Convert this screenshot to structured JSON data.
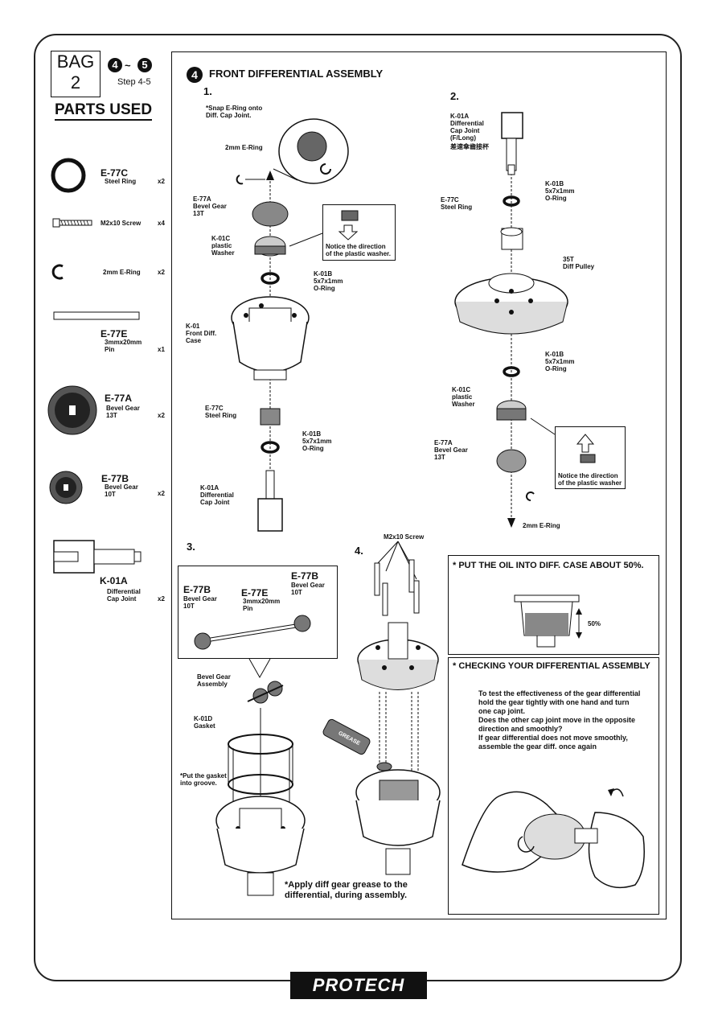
{
  "bag": {
    "label": "BAG",
    "number": "2"
  },
  "steps_badge": {
    "from": "4",
    "tilde": "~",
    "to": "5",
    "caption": "Step 4-5"
  },
  "parts_used_title": "PARTS USED",
  "parts": [
    {
      "code": "E-77C",
      "name": "Steel Ring",
      "qty": "x2"
    },
    {
      "code": "",
      "name": "M2x10 Screw",
      "qty": "x4"
    },
    {
      "code": "",
      "name": "2mm E-Ring",
      "qty": "x2"
    },
    {
      "code": "E-77E",
      "name": "3mmx20mm\nPin",
      "qty": "x1"
    },
    {
      "code": "E-77A",
      "name": "Bevel Gear\n13T",
      "qty": "x2"
    },
    {
      "code": "E-77B",
      "name": "Bevel Gear\n10T",
      "qty": "x2"
    },
    {
      "code": "K-01A",
      "name": "Differential\nCap Joint",
      "qty": "x2"
    }
  ],
  "section": {
    "number": "4",
    "title": "FRONT DIFFERENTIAL ASSEMBLY"
  },
  "step1": {
    "num": "1.",
    "snap_note": "*Snap E-Ring onto\nDiff. Cap Joint.",
    "eringLabel": "2mm E-Ring",
    "gearLabel": "E-77A\nBevel Gear\n13T",
    "washerLabel": "K-01C\nplastic\nWasher",
    "notice": "Notice the direction\nof the plastic washer.",
    "oring1Label": "K-01B\n5x7x1mm\nO-Ring",
    "caseLabel": "K-01\nFront Diff.\nCase",
    "steelRingLabel": "E-77C\nSteel Ring",
    "oring2Label": "K-01B\n5x7x1mm\nO-Ring",
    "capLabel": "K-01A\nDifferential\nCap Joint"
  },
  "step2": {
    "num": "2.",
    "capLabel": "K-01A\nDifferential\nCap Joint\n(F/Long)",
    "capLabelCn": "差速傘齒接杯",
    "oring1Label": "K-01B\n5x7x1mm\nO-Ring",
    "steelRingLabel": "E-77C\nSteel Ring",
    "pulleyLabel": "35T\nDiff Pulley",
    "oring2Label": "K-01B\n5x7x1mm\nO-Ring",
    "washerLabel": "K-01C\nplastic\nWasher",
    "gearLabel": "E-77A\nBevel Gear\n13T",
    "notice": "Notice the direction\nof the plastic washer",
    "eringLabel": "2mm E-Ring"
  },
  "step3": {
    "num": "3.",
    "gearB1": {
      "code": "E-77B",
      "name": "Bevel Gear\n10T"
    },
    "pin": {
      "code": "E-77E",
      "name": "3mmx20mm\nPin"
    },
    "gearB2": {
      "code": "E-77B",
      "name": "Bevel Gear\n10T"
    },
    "assemblyLabel": "Bevel Gear\nAssembly",
    "gasketLabel": "K-01D\nGasket",
    "gasketNote": "*Put the gasket\ninto groove."
  },
  "step4": {
    "num": "4.",
    "screwLabel": "M2x10 Screw",
    "greaseText": "GREASE",
    "greaseNote": "*Apply diff gear grease to the\ndifferential, during assembly."
  },
  "oilBox": {
    "title": "* PUT THE OIL INTO DIFF. CASE  ABOUT 50%.",
    "percent": "50%"
  },
  "checkBox": {
    "title": "* CHECKING YOUR DIFFERENTIAL ASSEMBLY",
    "text": "To test the effectiveness of the gear differential\nhold the gear tightly with one hand and turn\none cap joint.\nDoes the other cap joint move  in the opposite\ndirection and smoothly?\nIf gear differential does not move smoothly,\nassemble the gear diff. once again"
  },
  "logo": "PROTECH"
}
